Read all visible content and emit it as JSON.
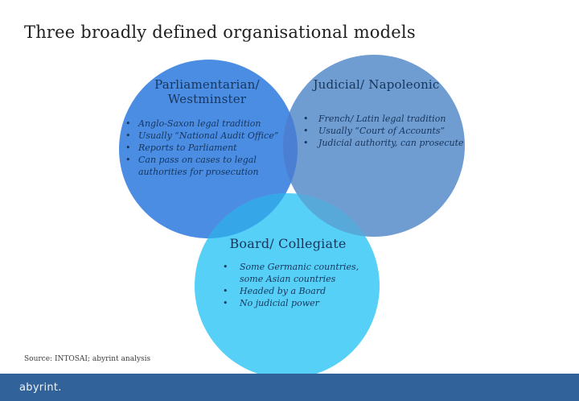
{
  "slide": {
    "title": "Three broadly defined organisational models",
    "source_note": "Source: INTOSAI; abyrint analysis",
    "footer_brand": "abyrint."
  },
  "colors": {
    "c-title": "#1f1f1f",
    "c-ink": "#17365d",
    "c-source": "#3d3d3d",
    "c-left": "#4a8de3",
    "c-right": "#6f9cd1",
    "c-bottom": "#57d0f7",
    "c-lens-lr": "#4b7fd3",
    "c-lens-lb": "#35a7e9",
    "c-lens-rb": "#57a9da",
    "c-lens-center": "#47a2e2",
    "c-footer": "#31639a"
  },
  "diagram": {
    "circles": [
      {
        "id": "parliamentarian-westminster",
        "title_line1": "Parliamentarian/",
        "title_line2": "Westminster",
        "bullets": [
          "Anglo-Saxon legal tradition",
          "Usually “National Audit Office”",
          "Reports to Parliament",
          "Can pass on cases to legal authorities for prosecution"
        ]
      },
      {
        "id": "judicial-napoleonic",
        "title": "Judicial/ Napoleonic",
        "bullets": [
          "French/ Latin legal tradition",
          "Usually “Court of Accounts”",
          "Judicial authority, can prosecute"
        ]
      },
      {
        "id": "board-collegiate",
        "title": "Board/ Collegiate",
        "bullets": [
          "Some Germanic countries, some Asian countries",
          "Headed by a Board",
          "No judicial power"
        ]
      }
    ]
  }
}
